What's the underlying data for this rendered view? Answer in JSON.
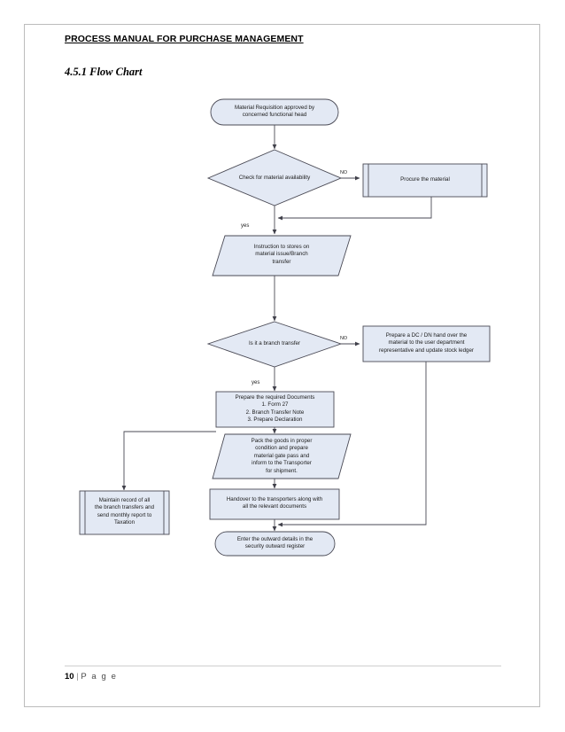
{
  "document": {
    "title": "PROCESS MANUAL FOR PURCHASE MANAGEMENT",
    "section": "4.5.1 Flow Chart",
    "footer": {
      "page_number": "10",
      "separator": "|",
      "page_word": "P a g e"
    }
  },
  "colors": {
    "node_fill": "#e3e9f4",
    "node_stroke": "#4a4a55",
    "connector": "#4a4a55",
    "page_border": "#bcbcbc"
  },
  "chart_data": {
    "type": "diagram",
    "title": "4.5.1 Flow Chart",
    "nodes": [
      {
        "id": "start",
        "shape": "terminator",
        "text": "Material Requisition approved by\nconcerned functional head"
      },
      {
        "id": "check",
        "shape": "decision",
        "text": "Check for material availability"
      },
      {
        "id": "procure",
        "shape": "predefined-process",
        "text": "Procure the material"
      },
      {
        "id": "instruction",
        "shape": "data",
        "text": "Instruction to stores on\nmaterial issue/Branch\ntransfer"
      },
      {
        "id": "branch",
        "shape": "decision",
        "text": "Is it a branch transfer"
      },
      {
        "id": "dcdn",
        "shape": "process",
        "text": "Prepare a DC / DN hand over the\nmaterial to the user department\nrepresentative and update stock ledger"
      },
      {
        "id": "documents",
        "shape": "process",
        "text": "Prepare the required Documents\n1. Form 27\n2. Branch Transfer Note\n3. Prepare Declaration"
      },
      {
        "id": "pack",
        "shape": "data",
        "text": "Pack the goods in proper\ncondition and prepare\nmaterial gate pass and\ninform to the Transporter\nfor shipment."
      },
      {
        "id": "maintain",
        "shape": "predefined-process",
        "text": "Maintain record of all\nthe branch transfers and\nsend monthly report to\nTaxation"
      },
      {
        "id": "handover",
        "shape": "process",
        "text": "Handover to the transporters along with\nall the relevant documents"
      },
      {
        "id": "outward",
        "shape": "terminator",
        "text": "Enter the outward details in the\nsecurity outward register"
      }
    ],
    "edges": [
      {
        "from": "start",
        "to": "check",
        "label": ""
      },
      {
        "from": "check",
        "to": "procure",
        "label": "NO"
      },
      {
        "from": "procure",
        "to": "instruction",
        "label": ""
      },
      {
        "from": "check",
        "to": "instruction",
        "label": "yes"
      },
      {
        "from": "instruction",
        "to": "branch",
        "label": ""
      },
      {
        "from": "branch",
        "to": "dcdn",
        "label": "NO"
      },
      {
        "from": "branch",
        "to": "documents",
        "label": "yes"
      },
      {
        "from": "documents",
        "to": "pack",
        "label": ""
      },
      {
        "from": "documents",
        "to": "maintain",
        "label": ""
      },
      {
        "from": "pack",
        "to": "handover",
        "label": ""
      },
      {
        "from": "handover",
        "to": "outward",
        "label": ""
      },
      {
        "from": "dcdn",
        "to": "outward",
        "label": ""
      }
    ],
    "edge_labels": {
      "check_no": "NO",
      "check_yes": "yes",
      "branch_no": "NO",
      "branch_yes": "yes"
    }
  }
}
